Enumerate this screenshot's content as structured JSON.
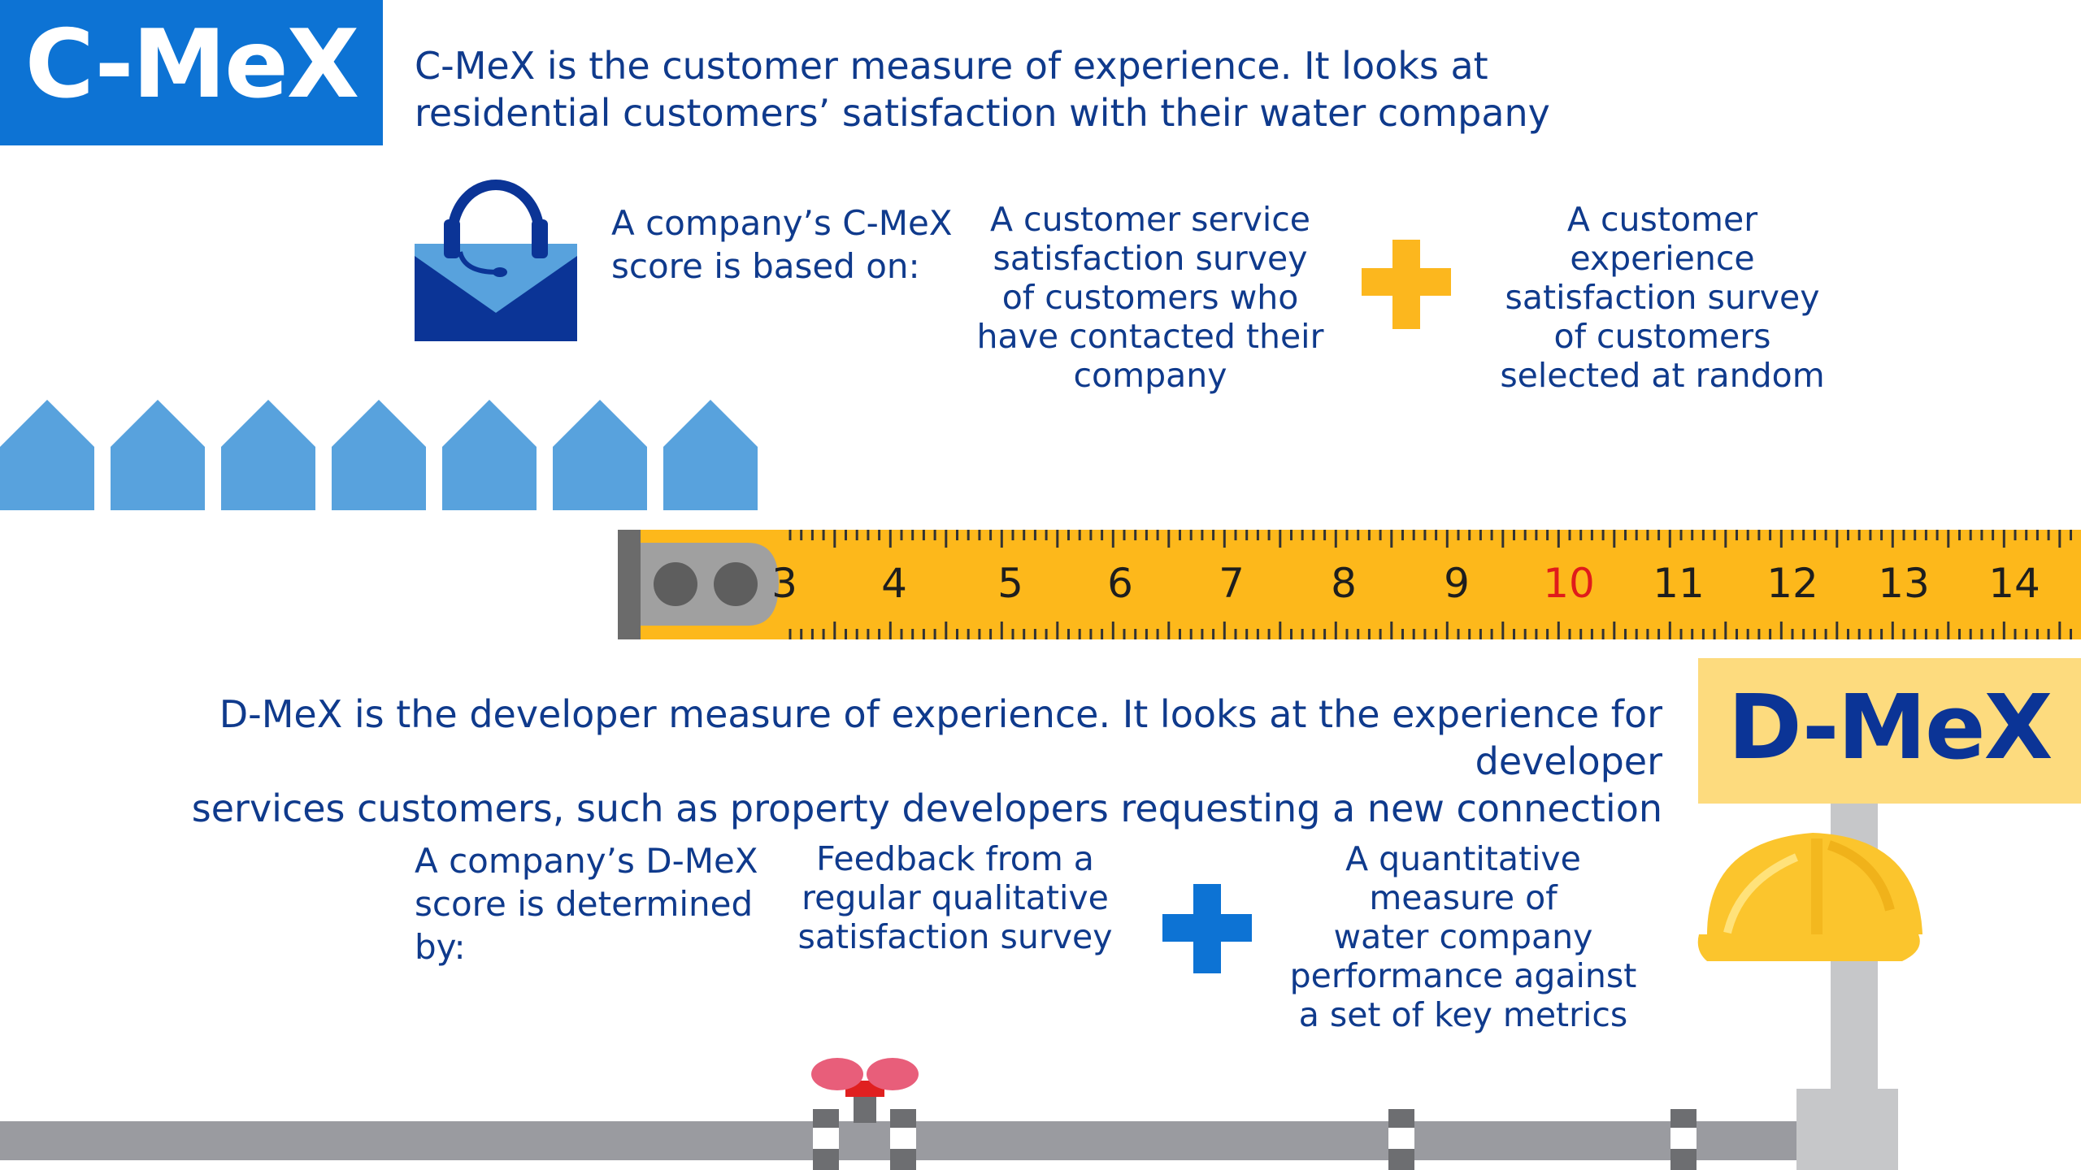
{
  "cmex": {
    "badge": "C-MeX",
    "intro_line1": "C-MeX is the customer measure of experience. It looks at",
    "intro_line2": "residential customers’ satisfaction with their water company",
    "score_label_line1": "A company’s C-MeX",
    "score_label_line2": "score is based on:",
    "component1": [
      "A customer service",
      "satisfaction survey",
      "of customers who",
      "have contacted their",
      "company"
    ],
    "component2": [
      "A customer",
      "experience",
      "satisfaction survey",
      "of customers",
      "selected at random"
    ]
  },
  "dmex": {
    "badge": "D-MeX",
    "intro_line1": "D-MeX is the developer measure of experience. It looks at the experience for developer",
    "intro_line2": "services customers, such as property developers requesting a new connection",
    "score_label": [
      "A company’s D-MeX",
      "score is determined",
      "by:"
    ],
    "component1": [
      "Feedback from a",
      "regular qualitative",
      "satisfaction survey"
    ],
    "component2": [
      "A quantitative",
      "measure of",
      "water company",
      "performance against",
      "a set of key metrics"
    ]
  },
  "tape": {
    "numbers": [
      "3",
      "4",
      "5",
      "6",
      "7",
      "8",
      "9",
      "10",
      "11",
      "12",
      "13",
      "14"
    ],
    "highlight": "10"
  },
  "colors": {
    "blue_badge": "#0d73d4",
    "navy_text": "#0f3a8c",
    "house_blue": "#58a2dd",
    "tape_yellow": "#fdb81b",
    "plus_yellow": "#fcb71e",
    "plus_blue": "#0d73d4",
    "badge_yellow": "#fddb7e",
    "helmet_yellow": "#fbc52d",
    "pipe_gray": "#9a9ba0",
    "valve_pink": "#e85e7a",
    "highlight_red": "#e01b1b"
  },
  "icons": [
    "headset-envelope-icon",
    "house-icon",
    "tape-measure-icon",
    "plus-icon",
    "hard-hat-icon",
    "valve-icon",
    "pipe-icon"
  ]
}
